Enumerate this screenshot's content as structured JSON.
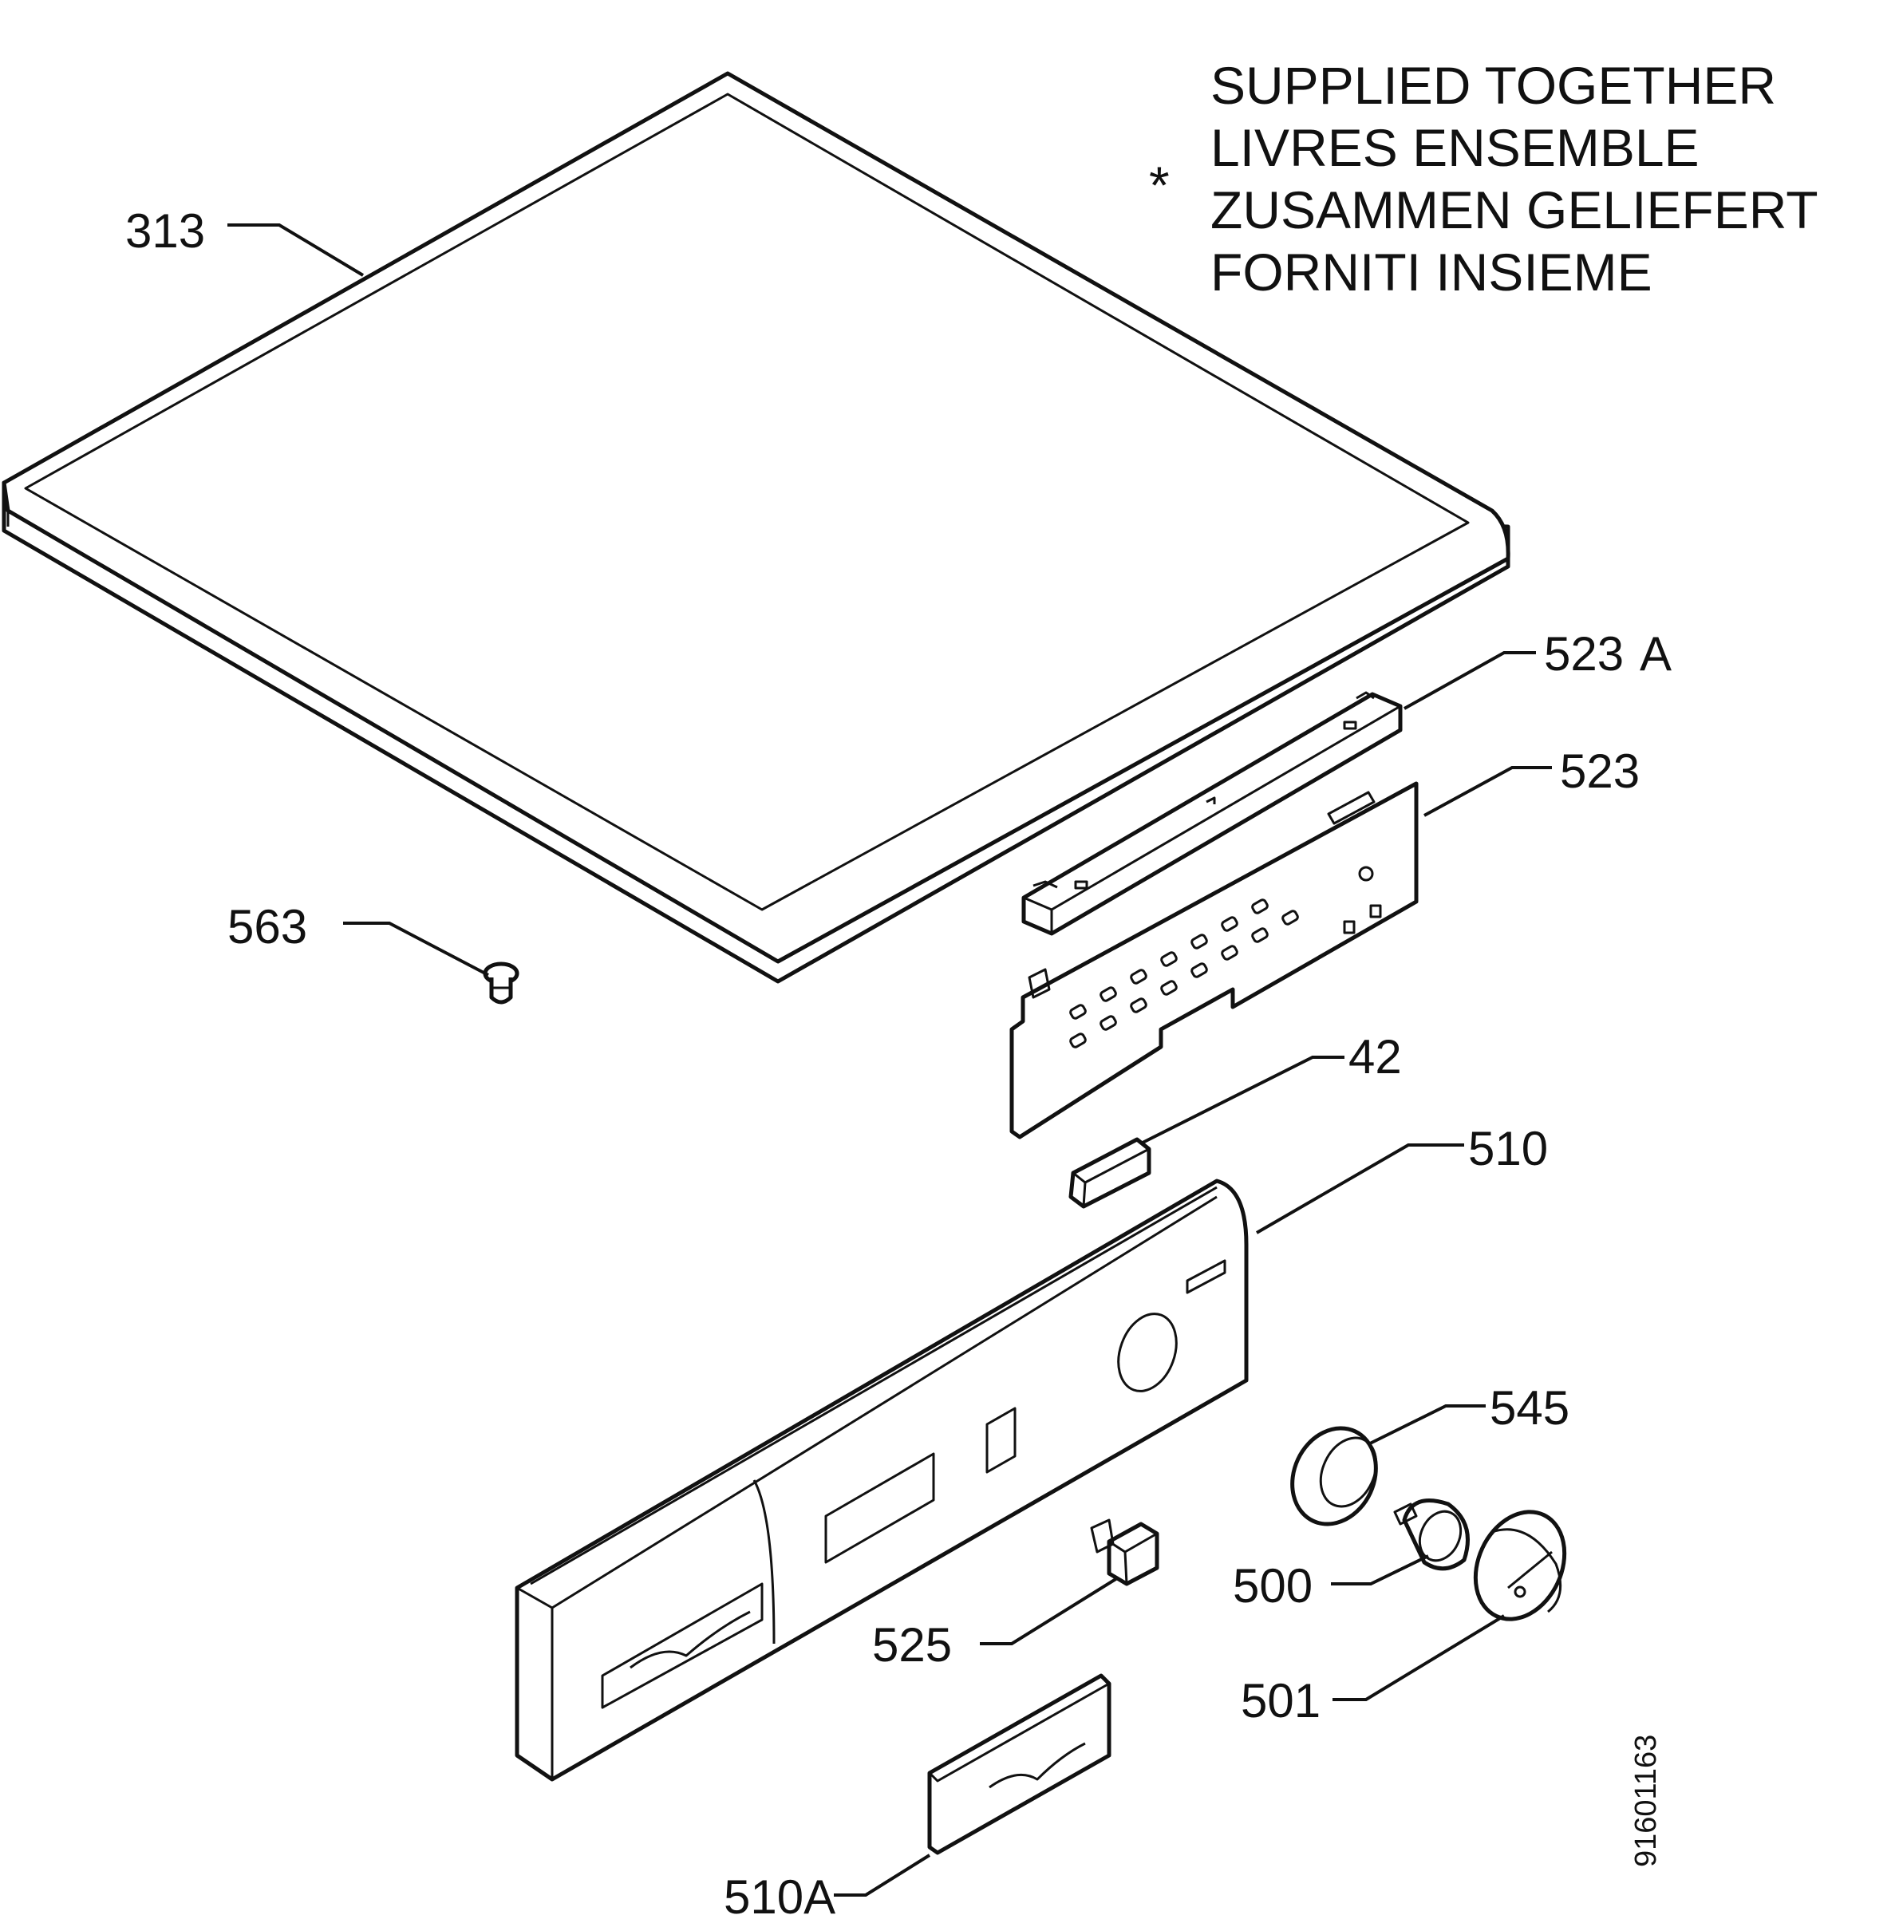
{
  "note": {
    "marker": "*",
    "lines": [
      "SUPPLIED TOGETHER",
      "LIVRES ENSEMBLE",
      "ZUSAMMEN GELIEFERT",
      "FORNITI INSIEME"
    ]
  },
  "callouts": {
    "c313": "313",
    "c523a": "523",
    "c523a_suffix": "A",
    "c523": "523",
    "c563": "563",
    "c42": "42",
    "c510": "510",
    "c545": "545",
    "c500": "500",
    "c525": "525",
    "c501": "501",
    "c510a": "510A"
  },
  "drawing_number": "91601163"
}
